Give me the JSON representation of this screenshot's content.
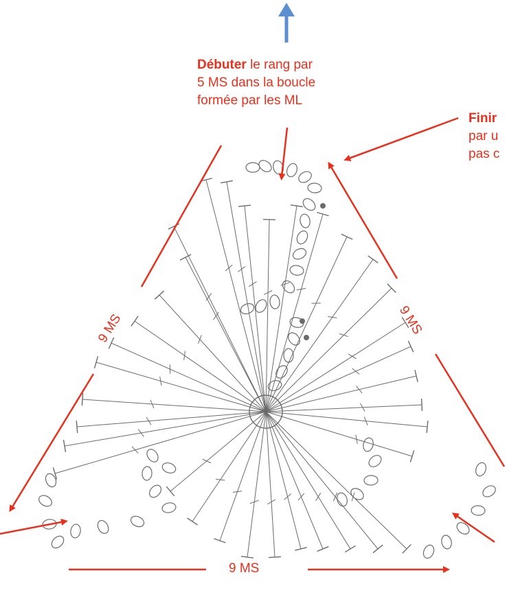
{
  "notes": {
    "start": {
      "bold": "Débuter",
      "line1_rest": " le rang par",
      "line2": "5 MS dans la boucle",
      "line3": "formée par les ML"
    },
    "finish": {
      "bold": "Finir",
      "line2_partial": "par u",
      "line3_partial": "pas c"
    }
  },
  "side_labels": {
    "left": "9 MS",
    "right": "9 MS",
    "bottom": "9 MS"
  },
  "colors": {
    "annotation": "#e8301c",
    "pencil": "#6b6b6b",
    "top_arrow": "#5b8fcf"
  },
  "icons": {
    "top": "arrow-up-icon"
  }
}
